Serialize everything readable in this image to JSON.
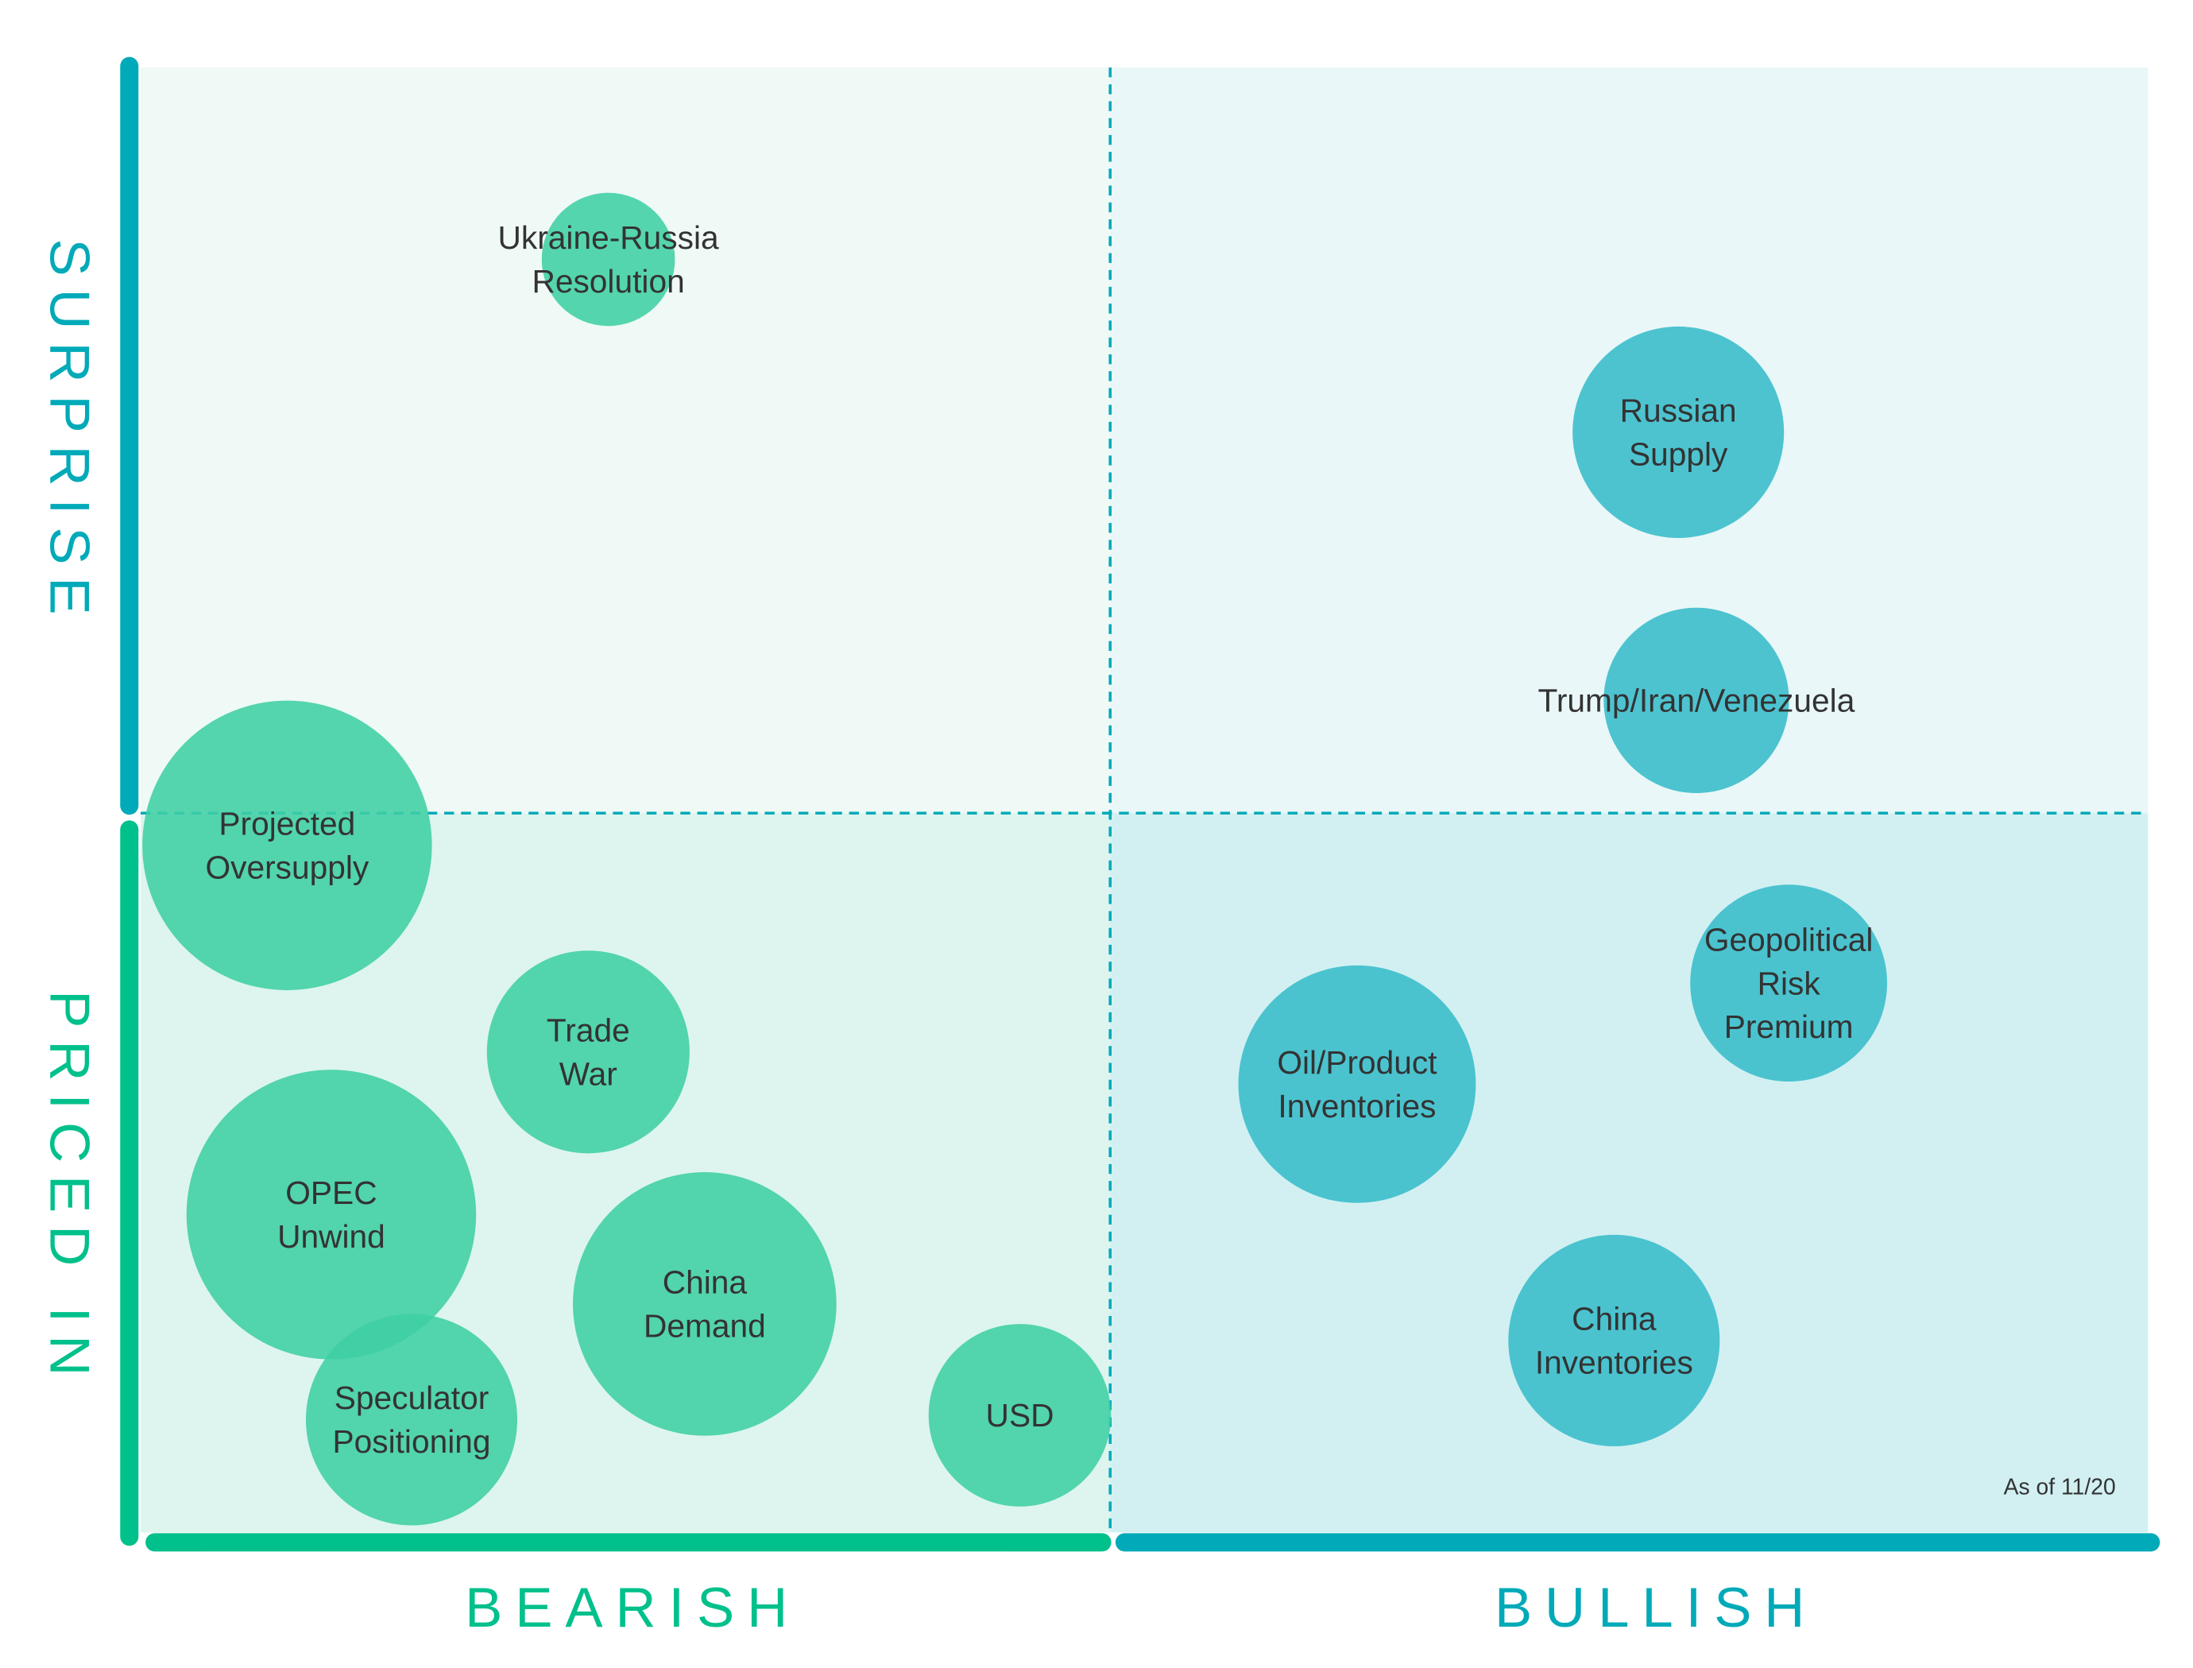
{
  "chart_data": {
    "type": "scatter",
    "subtype": "bubble-quadrant",
    "x_axis": {
      "low_label": "BEARISH",
      "high_label": "BULLISH",
      "range": [
        0,
        100
      ],
      "divider": 48.3
    },
    "y_axis": {
      "low_label": "PRICED IN",
      "high_label": "SURPRISE",
      "range": [
        0,
        100
      ],
      "divider": 49.1
    },
    "note": "As of 11/20",
    "colors": {
      "bearish": "#00c08b",
      "bullish": "#00aab8",
      "bearish_bubble": "#3fcfa4",
      "bullish_bubble": "#37bcca",
      "q_surprise_bearish": "#eff9f6",
      "q_surprise_bullish": "#e9f7f8",
      "q_priced_bearish": "#ddf5ee",
      "q_priced_bullish": "#d2f0f2",
      "text": "#333333"
    },
    "points": [
      {
        "label": [
          "Ukraine-Russia",
          "Resolution"
        ],
        "x": 23.3,
        "y": 86.9,
        "size": 4.6,
        "side": "bearish"
      },
      {
        "label": [
          "Russian",
          "Supply"
        ],
        "x": 76.6,
        "y": 75.1,
        "size": 7.3,
        "side": "bullish"
      },
      {
        "label": [
          "Trump/Iran/Venezuela"
        ],
        "x": 77.5,
        "y": 56.8,
        "size": 6.4,
        "side": "bullish"
      },
      {
        "label": [
          "Projected",
          "Oversupply"
        ],
        "x": 7.3,
        "y": 46.9,
        "size": 10.0,
        "side": "bearish"
      },
      {
        "label": [
          "Geopolitical",
          "Risk",
          "Premium"
        ],
        "x": 82.1,
        "y": 37.5,
        "size": 6.8,
        "side": "bullish"
      },
      {
        "label": [
          "Oil/Product",
          "Inventories"
        ],
        "x": 60.6,
        "y": 30.6,
        "size": 8.2,
        "side": "bullish"
      },
      {
        "label": [
          "Trade",
          "War"
        ],
        "x": 22.3,
        "y": 32.8,
        "size": 7.0,
        "side": "bearish"
      },
      {
        "label": [
          "OPEC",
          "Unwind"
        ],
        "x": 9.5,
        "y": 21.7,
        "size": 10.0,
        "side": "bearish"
      },
      {
        "label": [
          "China",
          "Demand"
        ],
        "x": 28.1,
        "y": 15.6,
        "size": 9.1,
        "side": "bearish"
      },
      {
        "label": [
          "China",
          "Inventories"
        ],
        "x": 73.4,
        "y": 13.1,
        "size": 7.3,
        "side": "bullish"
      },
      {
        "label": [
          "Speculator",
          "Positioning"
        ],
        "x": 13.5,
        "y": 7.7,
        "size": 7.3,
        "side": "bearish"
      },
      {
        "label": [
          "USD"
        ],
        "x": 43.8,
        "y": 8.0,
        "size": 6.3,
        "side": "bearish"
      }
    ]
  }
}
